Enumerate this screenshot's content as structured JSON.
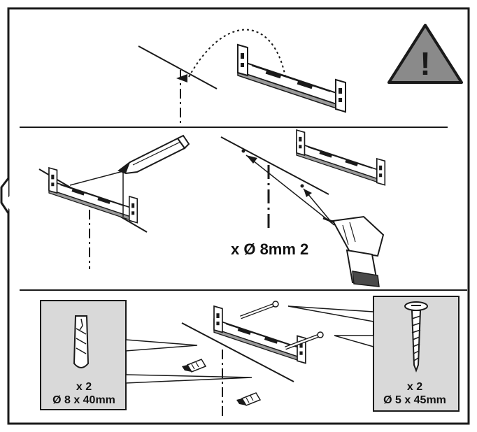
{
  "drill": {
    "label": "x Ø 8mm 2"
  },
  "wall_plugs": {
    "quantity": "x 2",
    "size": "Ø 8 x 40mm"
  },
  "screws": {
    "quantity": "x 2",
    "size": "Ø 5 x 45mm"
  },
  "warning": {
    "symbol": "!",
    "icon": "warning-triangle-icon"
  },
  "colors": {
    "line": "#1a1a1a",
    "panel": "#d9d9d9",
    "warning_fill": "#8a8a8a",
    "bracket_face": "#c8c8c8"
  }
}
